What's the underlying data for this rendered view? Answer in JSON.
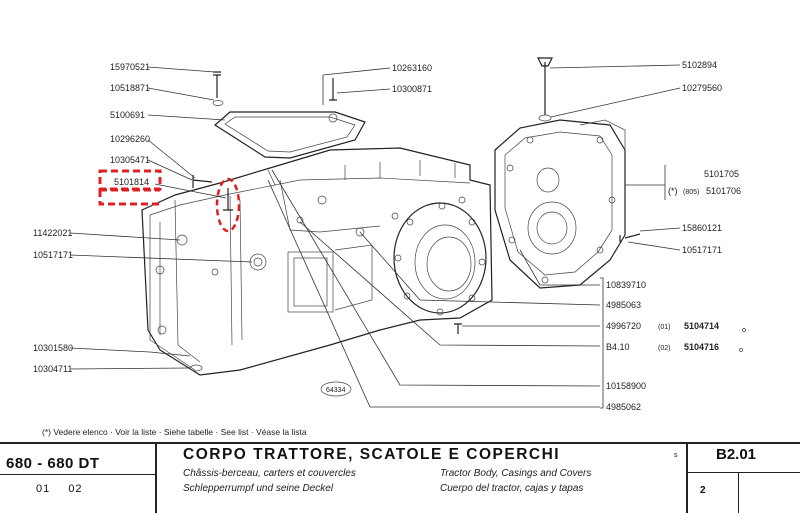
{
  "labels": {
    "l1": "15970521",
    "l2": "10518871",
    "l3": "5100691",
    "l4": "10296260",
    "l5": "10305471",
    "l6": "5101814",
    "l7": "11422021",
    "l8": "10517171",
    "l9": "10301580",
    "l10": "10304711",
    "t1": "10263160",
    "t2": "10300871",
    "r1": "5102894",
    "r2": "10279560",
    "r3": "5101705",
    "r4": "(*)",
    "r4b": "(805)",
    "r4c": "5101706",
    "r5": "15860121",
    "r6": "10517171",
    "b1": "10839710",
    "b2": "4985063",
    "b3": "4996720",
    "b3v": "(01)",
    "b3p": "5104714",
    "b4": "B4.10",
    "b4v": "(02)",
    "b4p": "5104716",
    "b5": "10158900",
    "b6": "4985062",
    "fig": "64334"
  },
  "footer": {
    "see_list": "(*) Vedere elenco · Voir la liste · Siehe tabelle · See list · Véase la lista",
    "model": "680 - 680 DT",
    "model_sub_a": "01",
    "model_sub_b": "02",
    "title": "CORPO TRATTORE, SCATOLE E COPERCHI",
    "sub_fr": "Châssis-berceau, carters et couvercles",
    "sub_de": "Schlepperrumpf und seine Deckel",
    "sub_en": "Tractor Body, Casings and Covers",
    "sub_es": "Cuerpo del tractor, cajas y tapas",
    "mark": "s",
    "sheet": "B2.01",
    "page": "2"
  },
  "colors": {
    "highlight": "#e02020",
    "ink": "#222222"
  }
}
